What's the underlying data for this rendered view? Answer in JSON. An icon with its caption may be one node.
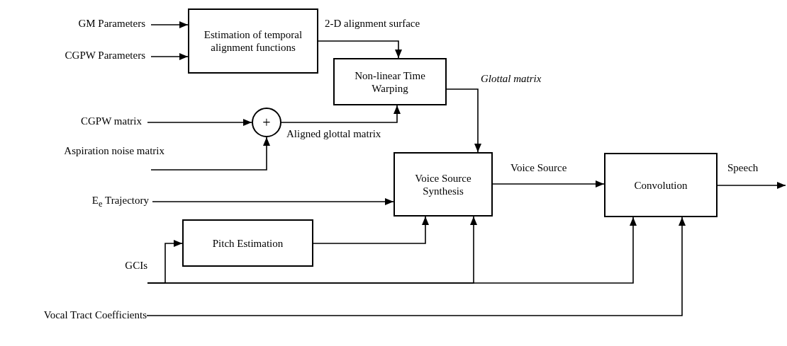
{
  "diagram": {
    "nodes": [
      {
        "text": [
          "GM Parameters"
        ]
      },
      {
        "text": [
          "CGPW Parameters"
        ]
      },
      {
        "text": [
          "Estimation of temporal alignment functions"
        ]
      },
      {
        "text": [
          "Non-linear Time Warping"
        ]
      },
      {
        "text": [
          "CGPW matrix"
        ]
      },
      {
        "text": [
          "Aspiration  noise matrix"
        ]
      },
      {
        "text": [
          "+"
        ]
      },
      {
        "text": [
          "Voice Source Synthesis"
        ]
      },
      {
        "text": [
          "E$_{e}$ Trajectory"
        ]
      },
      {
        "text": [
          "Pitch Estimation"
        ]
      },
      {
        "text": [
          "GCIs"
        ]
      },
      {
        "text": [
          "Convolution"
        ]
      },
      {
        "text": [
          "Vocal Tract Coefficients"
        ]
      }
    ],
    "edges": [
      {
        "from": 0,
        "to": 2,
        "arrow": "to"
      },
      {
        "from": 1,
        "to": 2,
        "arrow": "to"
      },
      {
        "from": 2,
        "to": 3,
        "arrow": "to",
        "label": "2-D alignment surface"
      },
      {
        "from": 4,
        "to": 6,
        "arrow": "to"
      },
      {
        "from": 5,
        "to": 6,
        "arrow": "to"
      },
      {
        "from": 6,
        "to": 3,
        "arrow": "to",
        "label": "Aligned glottal matrix"
      },
      {
        "from": 3,
        "to": 7,
        "arrow": "to",
        "label": "Glottal matrix"
      },
      {
        "from": 8,
        "to": 7,
        "arrow": "to"
      },
      {
        "from": 10,
        "to": 9,
        "arrow": "to"
      },
      {
        "from": 9,
        "to": 7,
        "arrow": "to"
      },
      {
        "from": 10,
        "to": 7,
        "arrow": "to"
      },
      {
        "from": 10,
        "to": 11,
        "arrow": "to"
      },
      {
        "from": 12,
        "to": 11,
        "arrow": "to"
      },
      {
        "from": 7,
        "to": 11,
        "arrow": "to",
        "label": "Voice Source"
      },
      {
        "from": 11,
        "to": null,
        "arrow": "to",
        "label": "Speech"
      }
    ]
  }
}
